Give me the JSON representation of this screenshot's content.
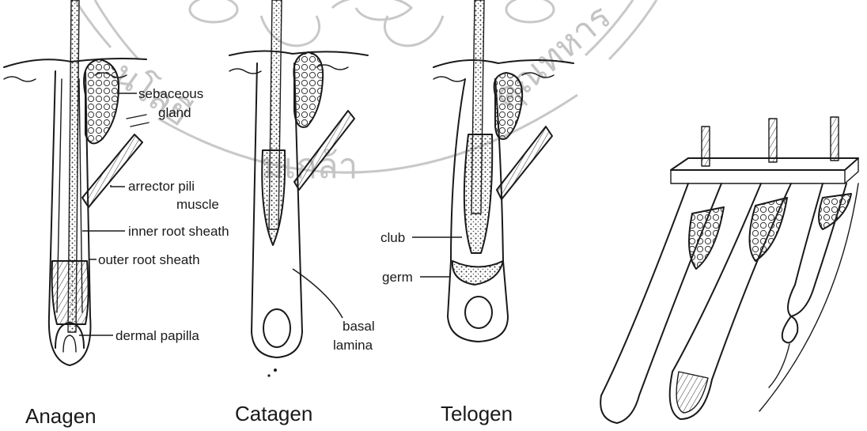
{
  "watermark_text": "มหาวิทยาลัยเทคโนโลยีพระจอมเกล้าคุณทหารลาดกระบัง",
  "stages": {
    "anagen": "Anagen",
    "catagen": "Catagen",
    "telogen": "Telogen"
  },
  "labels": {
    "sebaceous_line1": "sebaceous",
    "sebaceous_line2": "gland",
    "arrector_line1": "arrector pili",
    "arrector_line2": "muscle",
    "inner_root_sheath": "inner root sheath",
    "outer_root_sheath": "outer root sheath",
    "dermal_papilla": "dermal papilla",
    "basal_line1": "basal",
    "basal_line2": "lamina",
    "club": "club",
    "germ": "germ"
  },
  "colors": {
    "ink": "#1a1a1a",
    "watermark": "#c4c4c4",
    "background": "#ffffff"
  }
}
